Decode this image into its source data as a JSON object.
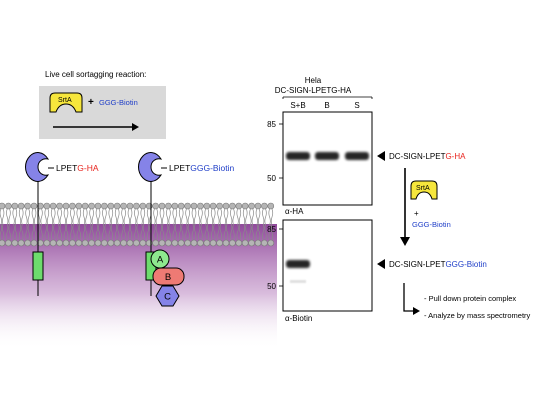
{
  "left_panel": {
    "reaction_title": "Live cell sortagging reaction:",
    "enzyme_label": "SrtA",
    "plus": "+",
    "substrate_label": "GGG-Biotin",
    "protein_before": {
      "prefix": "LPET",
      "tag": "G-HA"
    },
    "protein_after": {
      "prefix": "LPET",
      "tag": "GGG-Biotin"
    },
    "partners": [
      "A",
      "B",
      "C"
    ]
  },
  "blot": {
    "cell_line": "Hela",
    "construct": "DC-SIGN-LPETG-HA",
    "lanes": [
      "S+B",
      "B",
      "S"
    ],
    "top_panel": {
      "markers": [
        "85",
        "50"
      ],
      "antibody": "α-HA",
      "band_label": {
        "prefix": "DC-SIGN-LPET",
        "tag": "G-HA"
      },
      "band_intensity": [
        1.0,
        1.0,
        1.0
      ]
    },
    "bottom_panel": {
      "markers": [
        "85",
        "50"
      ],
      "antibody": "α-Biotin",
      "band_label": {
        "prefix": "DC-SIGN-LPET",
        "tag": "GGG-Biotin"
      },
      "band_intensity": [
        1.0,
        0,
        0
      ]
    },
    "arrow_reagents": {
      "enzyme": "SrtA",
      "plus": "+",
      "substrate": "GGG-Biotin"
    },
    "steps": [
      "- Pull down protein complex",
      "- Analyze by mass spectrometry"
    ]
  },
  "colors": {
    "red": "#e8231d",
    "blue": "#1f3ec8",
    "srta_fill": "#f6e63c",
    "receptor_purple": "#8583e8",
    "tm_green": "#6ddc6d",
    "membrane_purple": "#8a3f96",
    "reaction_box": "#d9d9d9"
  }
}
